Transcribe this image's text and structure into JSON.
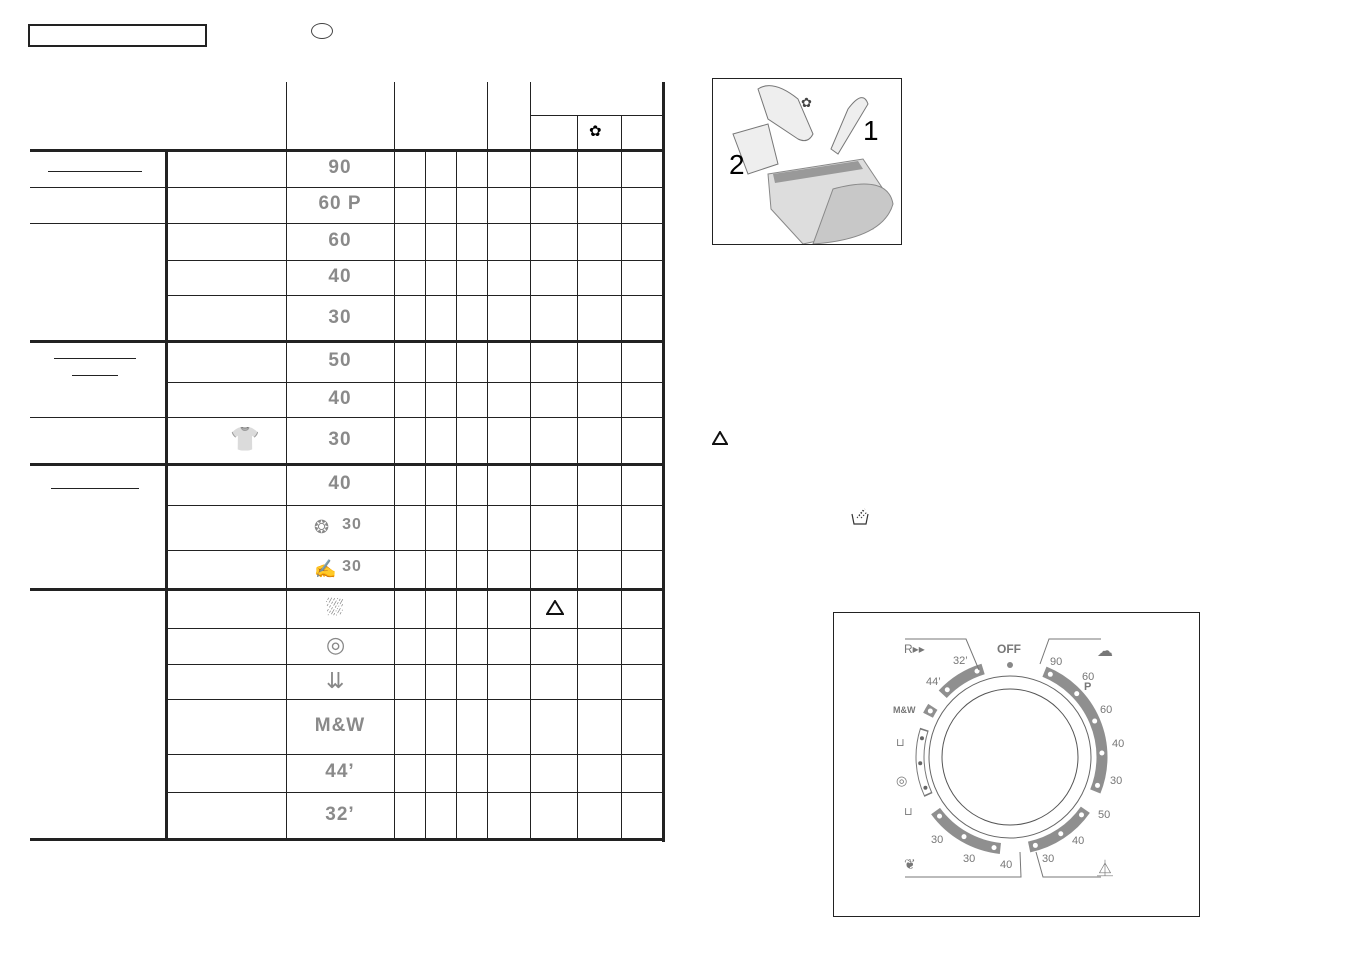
{
  "header": {
    "title_box": "",
    "country_badge": ""
  },
  "table": {
    "rows": [
      {
        "temp": "90",
        "icon": null
      },
      {
        "temp": "60  P",
        "icon": null
      },
      {
        "temp": "60",
        "icon": null
      },
      {
        "temp": "40",
        "icon": null
      },
      {
        "temp": "30",
        "icon": null
      },
      {
        "temp": "50",
        "icon": null
      },
      {
        "temp": "40",
        "icon": null
      },
      {
        "temp": "30",
        "icon": "shirt-icon"
      },
      {
        "temp": "40",
        "icon": null
      },
      {
        "temp": "30",
        "icon": "wool-icon"
      },
      {
        "temp": "30",
        "icon": "hand-wash-icon"
      },
      {
        "temp": "",
        "icon": "rinse-icon",
        "warning": "warning-triangle-icon"
      },
      {
        "temp": "",
        "icon": "spin-icon"
      },
      {
        "temp": "",
        "icon": "drain-icon"
      },
      {
        "temp": "M&W",
        "icon": null
      },
      {
        "temp": "44’",
        "icon": null
      },
      {
        "temp": "32’",
        "icon": null
      }
    ]
  },
  "illustration": {
    "label_1": "1",
    "label_2": "2"
  },
  "dial": {
    "off": "OFF",
    "right_labels": [
      "90",
      "60",
      "P",
      "60",
      "40",
      "30"
    ],
    "bottom_right_labels": [
      "50",
      "40",
      "30"
    ],
    "bottom_left_labels": [
      "40",
      "30",
      "30"
    ],
    "left_labels": [
      "M&W",
      "44’",
      "32’"
    ],
    "icons": [
      "rapid-icon",
      "cotton-icon",
      "synthetics-icon",
      "delicates-icon",
      "drain-icon",
      "spin-icon",
      "rinse-icon"
    ]
  },
  "colors": {
    "dial_band": "#8f8f8f",
    "text_gray": "#8a8a8a",
    "line": "#222222"
  }
}
